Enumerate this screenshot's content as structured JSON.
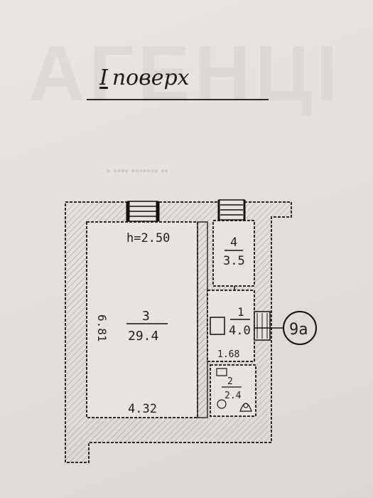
{
  "plan": {
    "title_numeral": "I",
    "title_word": "поверх",
    "watermark": "АГЕНЦІ",
    "ceiling_height": "h=2.50",
    "rooms": [
      {
        "number": "3",
        "area": "29.4"
      },
      {
        "number": "4",
        "area": "3.5"
      },
      {
        "number": "1",
        "area": "4.0"
      },
      {
        "number": "2",
        "area": "2.4"
      }
    ],
    "dimensions": {
      "bottom_width": "4.32",
      "left_length": "6.81",
      "hall_width": "1.68"
    },
    "gas_marker": "9a"
  }
}
